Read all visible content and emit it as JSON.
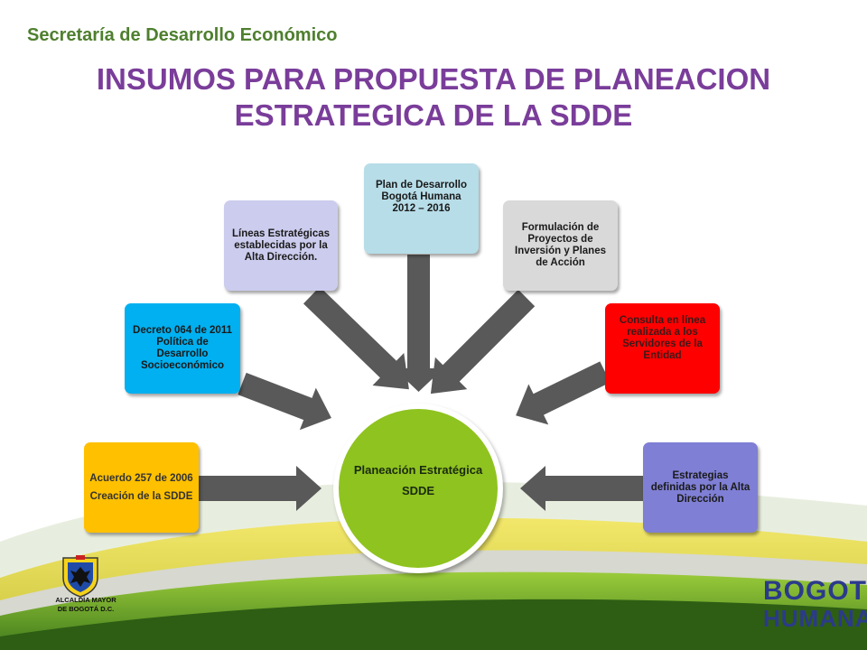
{
  "header": {
    "org": "Secretaría de Desarrollo Económico"
  },
  "title": {
    "line1": "INSUMOS PARA PROPUESTA DE PLANEACION",
    "line2": "ESTRATEGICA DE LA SDDE"
  },
  "center": {
    "line1": "Planeación Estratégica",
    "line2": "SDDE",
    "color": "#8fc31f"
  },
  "boxes": {
    "acuerdo": {
      "line1": "Acuerdo 257 de 2006",
      "line2": "Creación de la SDDE",
      "color": "#ffc000"
    },
    "decreto": {
      "text": "Decreto 064 de 2011 Política de Desarrollo Socioeconómico",
      "color": "#00b0f0"
    },
    "lineas": {
      "text": "Líneas Estratégicas establecidas por la Alta Dirección.",
      "color": "#ccccee"
    },
    "plan": {
      "text": "Plan de Desarrollo Bogotá Humana 2012 – 2016",
      "color": "#b7dde8"
    },
    "formulacion": {
      "text": "Formulación de Proyectos de Inversión y Planes de Acción",
      "color": "#d9d9d9"
    },
    "consulta": {
      "text": "Consulta en línea realizada a los Servidores de la Entidad",
      "color": "#ff0000"
    },
    "estrategias": {
      "text": "Estrategias definidas por la Alta Dirección",
      "color": "#7f7fd5"
    }
  },
  "footer": {
    "alcaldia_line1": "ALCALDÍA MAYOR",
    "alcaldia_line2": "DE BOGOTÁ D.C.",
    "logo_line1": "BOGOTÁ",
    "logo_line2": "HUMANA"
  },
  "icons": {
    "crest": "coat-of-arms-icon"
  }
}
